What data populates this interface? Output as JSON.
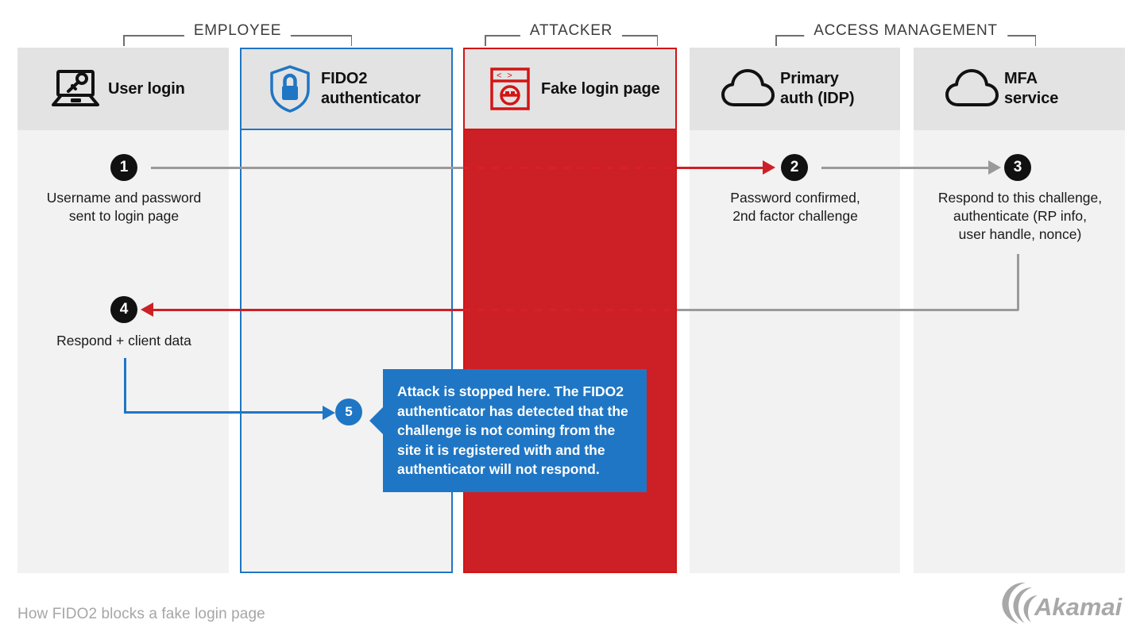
{
  "diagram": {
    "title": "How FIDO2 blocks a fake login page",
    "brand": "Akamai",
    "colors": {
      "blue": "#1f76c4",
      "red": "#cc2026",
      "gray": "#9a9a9a",
      "column_bg": "#f2f2f2",
      "header_bg": "#e3e3e3",
      "circle_black": "#111111",
      "caption_gray": "#a6a6a6"
    }
  },
  "groups": [
    {
      "id": "employee",
      "label": "EMPLOYEE"
    },
    {
      "id": "attacker",
      "label": "ATTACKER"
    },
    {
      "id": "access-management",
      "label": "ACCESS MANAGEMENT"
    }
  ],
  "columns": [
    {
      "id": "user-login",
      "label": "User login",
      "icon": "laptop-key-icon",
      "accent": "none"
    },
    {
      "id": "fido2",
      "label": "FIDO2\nauthenticator",
      "icon": "shield-lock-icon",
      "accent": "blue"
    },
    {
      "id": "fake-login-page",
      "label": "Fake login page",
      "icon": "browser-mask-icon",
      "accent": "red"
    },
    {
      "id": "primary-auth",
      "label": "Primary\nauth (IDP)",
      "icon": "cloud-icon",
      "accent": "none"
    },
    {
      "id": "mfa-service",
      "label": "MFA\nservice",
      "icon": "cloud-icon",
      "accent": "none"
    }
  ],
  "steps": [
    {
      "number": "1",
      "caption": "Username and password\nsent to login page",
      "style": "black"
    },
    {
      "number": "2",
      "caption": "Password confirmed,\n2nd factor challenge",
      "style": "black"
    },
    {
      "number": "3",
      "caption": "Respond to this challenge,\nauthenticate (RP info,\nuser handle, nonce)",
      "style": "black"
    },
    {
      "number": "4",
      "caption": "Respond + client data",
      "style": "black"
    },
    {
      "number": "5",
      "caption": "",
      "style": "blue"
    }
  ],
  "callout": {
    "text": "Attack is stopped here. The FIDO2 authenticator has detected that the challenge is not coming from the site it is registered with and the authenticator will not respond."
  }
}
